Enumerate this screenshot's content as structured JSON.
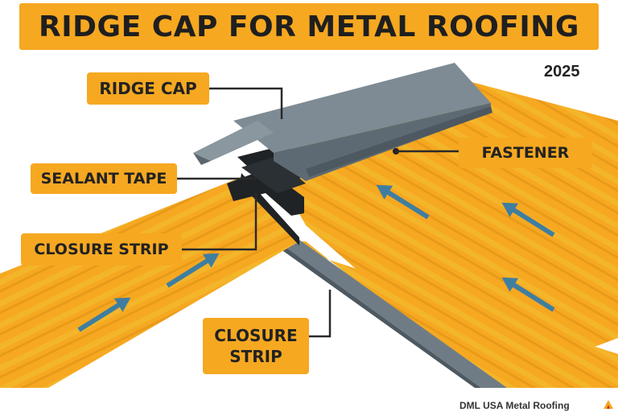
{
  "title": "RIDGE CAP FOR METAL ROOFING",
  "year": "2025",
  "labels": {
    "ridge_cap": "RIDGE CAP",
    "sealant_tape": "SEALANT TAPE",
    "closure_strip_left": "CLOSURE STRIP",
    "closure_strip_bottom": "CLOSURE STRIP",
    "fastener": "FASTENER"
  },
  "footer": {
    "brand": "DML USA Metal Roofing"
  },
  "colors": {
    "roof_orange": "#f6a821",
    "roof_rib": "#f2b820",
    "ridge_cap_gray": "#6f7c86",
    "sealant_dark": "#1f2326",
    "arrow_blue": "#3f7ea0"
  },
  "icons": [
    "arrow-up-right-icon",
    "arrow-up-left-icon",
    "brand-logo-icon"
  ]
}
